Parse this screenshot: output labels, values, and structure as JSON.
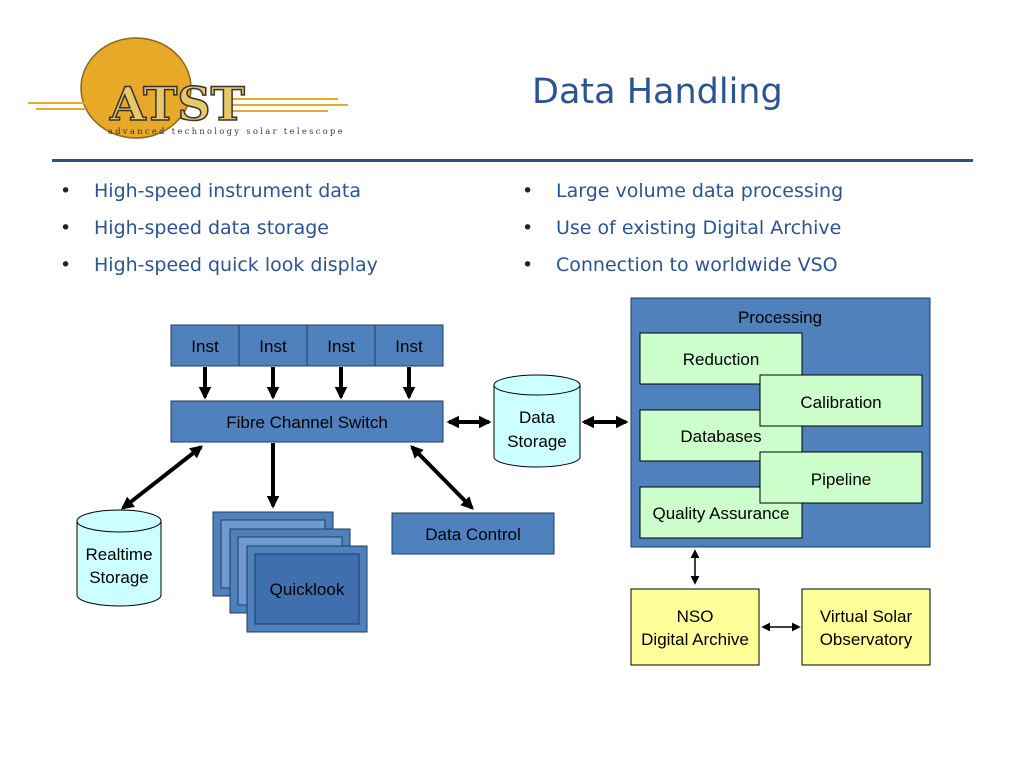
{
  "logo": {
    "text": "ATST",
    "tagline": "advanced technology solar telescope"
  },
  "slide": {
    "title": "Data Handling"
  },
  "bullets": {
    "left": [
      "High-speed instrument data",
      "High-speed data storage",
      "High-speed quick look display"
    ],
    "right": [
      "Large volume data processing",
      "Use of existing Digital Archive",
      "Connection to worldwide VSO"
    ]
  },
  "diagram": {
    "inst": [
      "Inst",
      "Inst",
      "Inst",
      "Inst"
    ],
    "fibre_switch": "Fibre Channel Switch",
    "data_storage": [
      "Data",
      "Storage"
    ],
    "realtime_storage": [
      "Realtime",
      "Storage"
    ],
    "quicklook": "Quicklook",
    "data_control": "Data Control",
    "processing": {
      "title": "Processing",
      "reduction": "Reduction",
      "calibration": "Calibration",
      "databases": "Databases",
      "pipeline": "Pipeline",
      "quality_assurance": "Quality Assurance"
    },
    "nso": [
      "NSO",
      "Digital Archive"
    ],
    "vso": [
      "Virtual Solar",
      "Observatory"
    ]
  },
  "colors": {
    "title_blue": "#2c5492",
    "box_blue": "#4f81bd",
    "light_green": "#ccffcc",
    "light_cyan": "#ccffff",
    "light_yellow": "#ffff99",
    "logo_gold": "#e8a828"
  }
}
